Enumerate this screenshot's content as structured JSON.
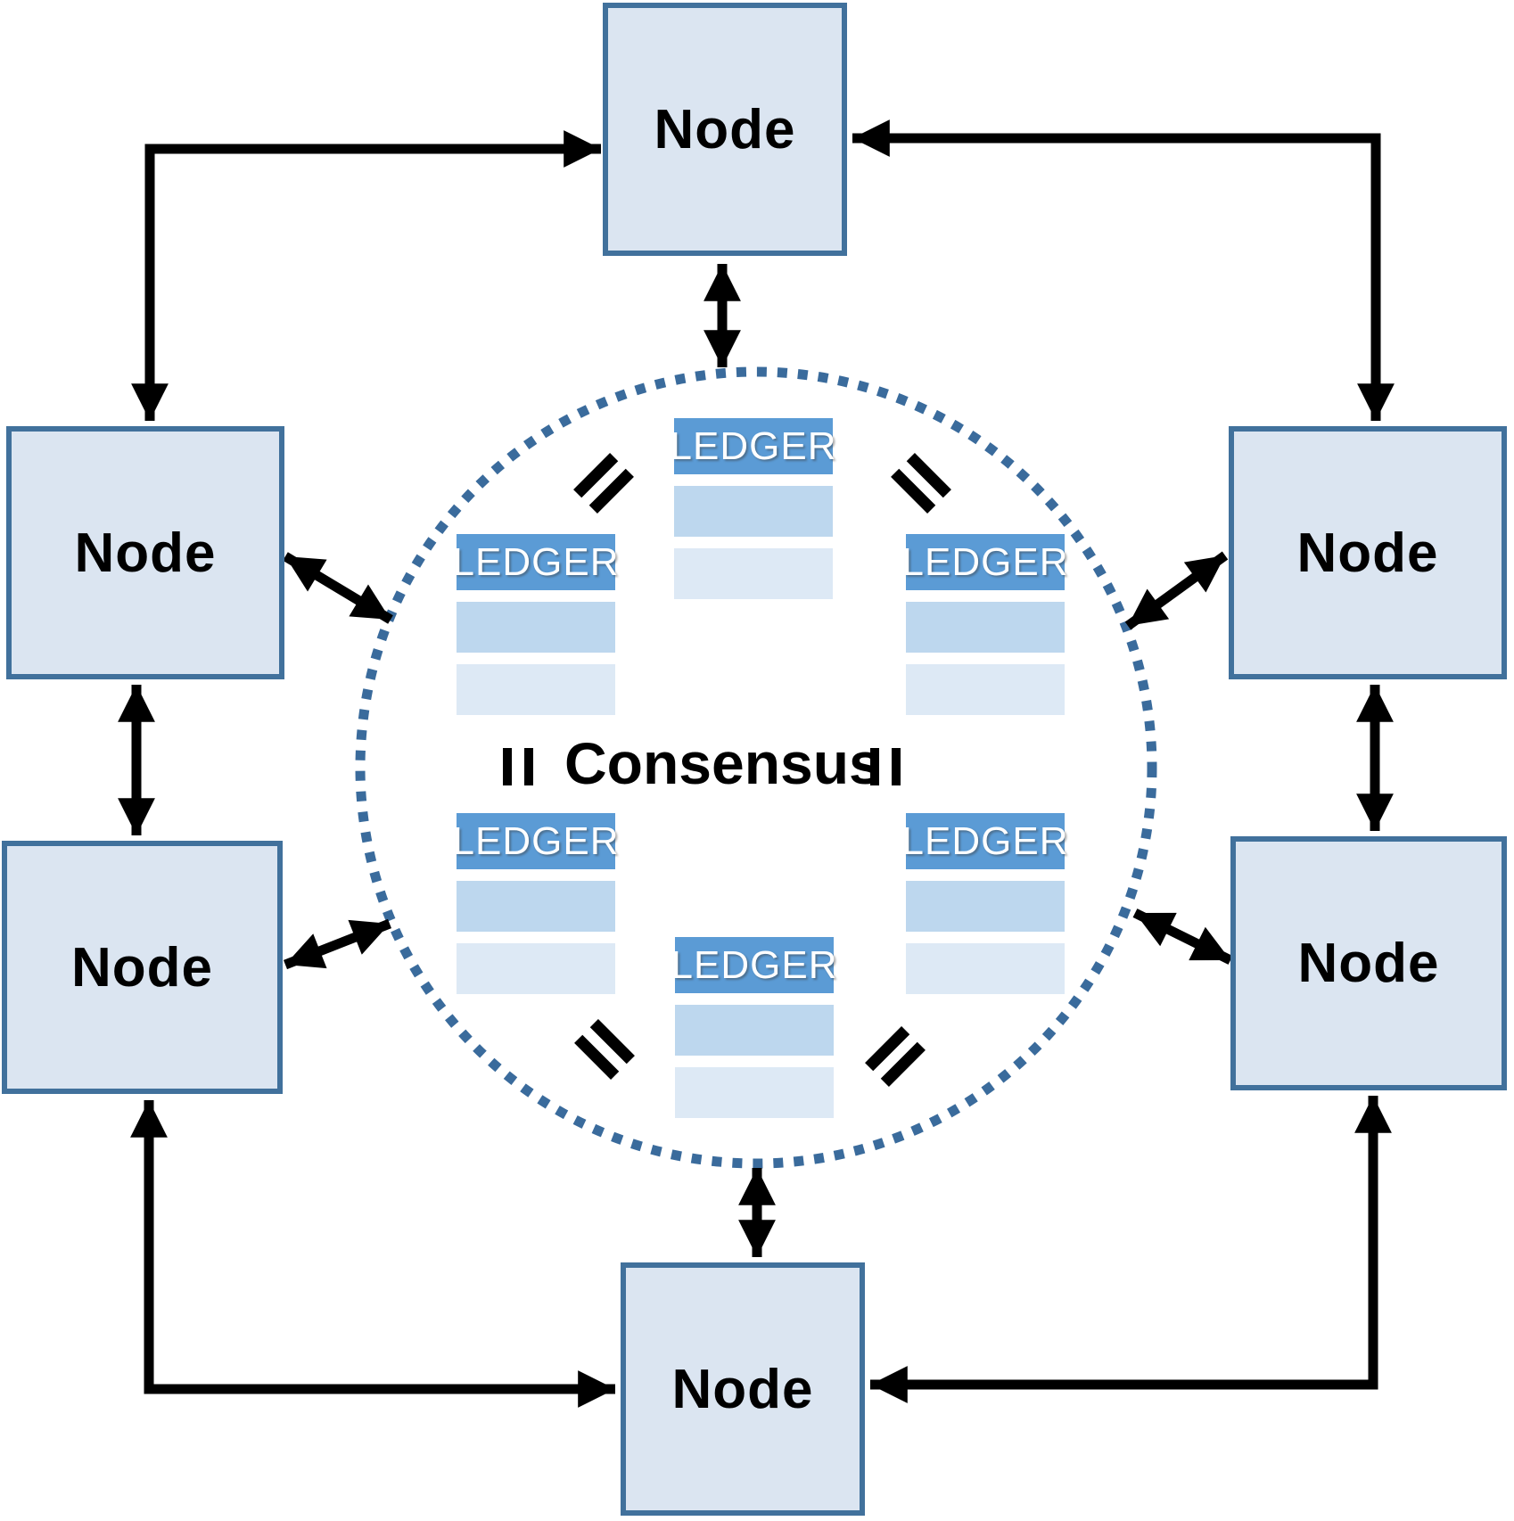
{
  "diagram": {
    "consensus_label": "Consensus",
    "nodes": [
      {
        "position": "top",
        "label": "Node"
      },
      {
        "position": "upper-left",
        "label": "Node"
      },
      {
        "position": "upper-right",
        "label": "Node"
      },
      {
        "position": "lower-left",
        "label": "Node"
      },
      {
        "position": "lower-right",
        "label": "Node"
      },
      {
        "position": "bottom",
        "label": "Node"
      }
    ],
    "ledgers": [
      {
        "position": "top",
        "label": "LEDGER"
      },
      {
        "position": "upper-left",
        "label": "LEDGER"
      },
      {
        "position": "upper-right",
        "label": "LEDGER"
      },
      {
        "position": "lower-left",
        "label": "LEDGER"
      },
      {
        "position": "lower-right",
        "label": "LEDGER"
      },
      {
        "position": "bottom",
        "label": "LEDGER"
      }
    ],
    "colors": {
      "node_fill": "#dbe5f1",
      "node_border": "#41719c",
      "ledger_header": "#5b9bd5",
      "ledger_row_1": "#bdd7ee",
      "ledger_row_2": "#dde9f5",
      "ledger_text": "#ffffff",
      "circle_dot": "#3a6b9c",
      "arrow": "#000000",
      "label_text": "#000000"
    }
  }
}
